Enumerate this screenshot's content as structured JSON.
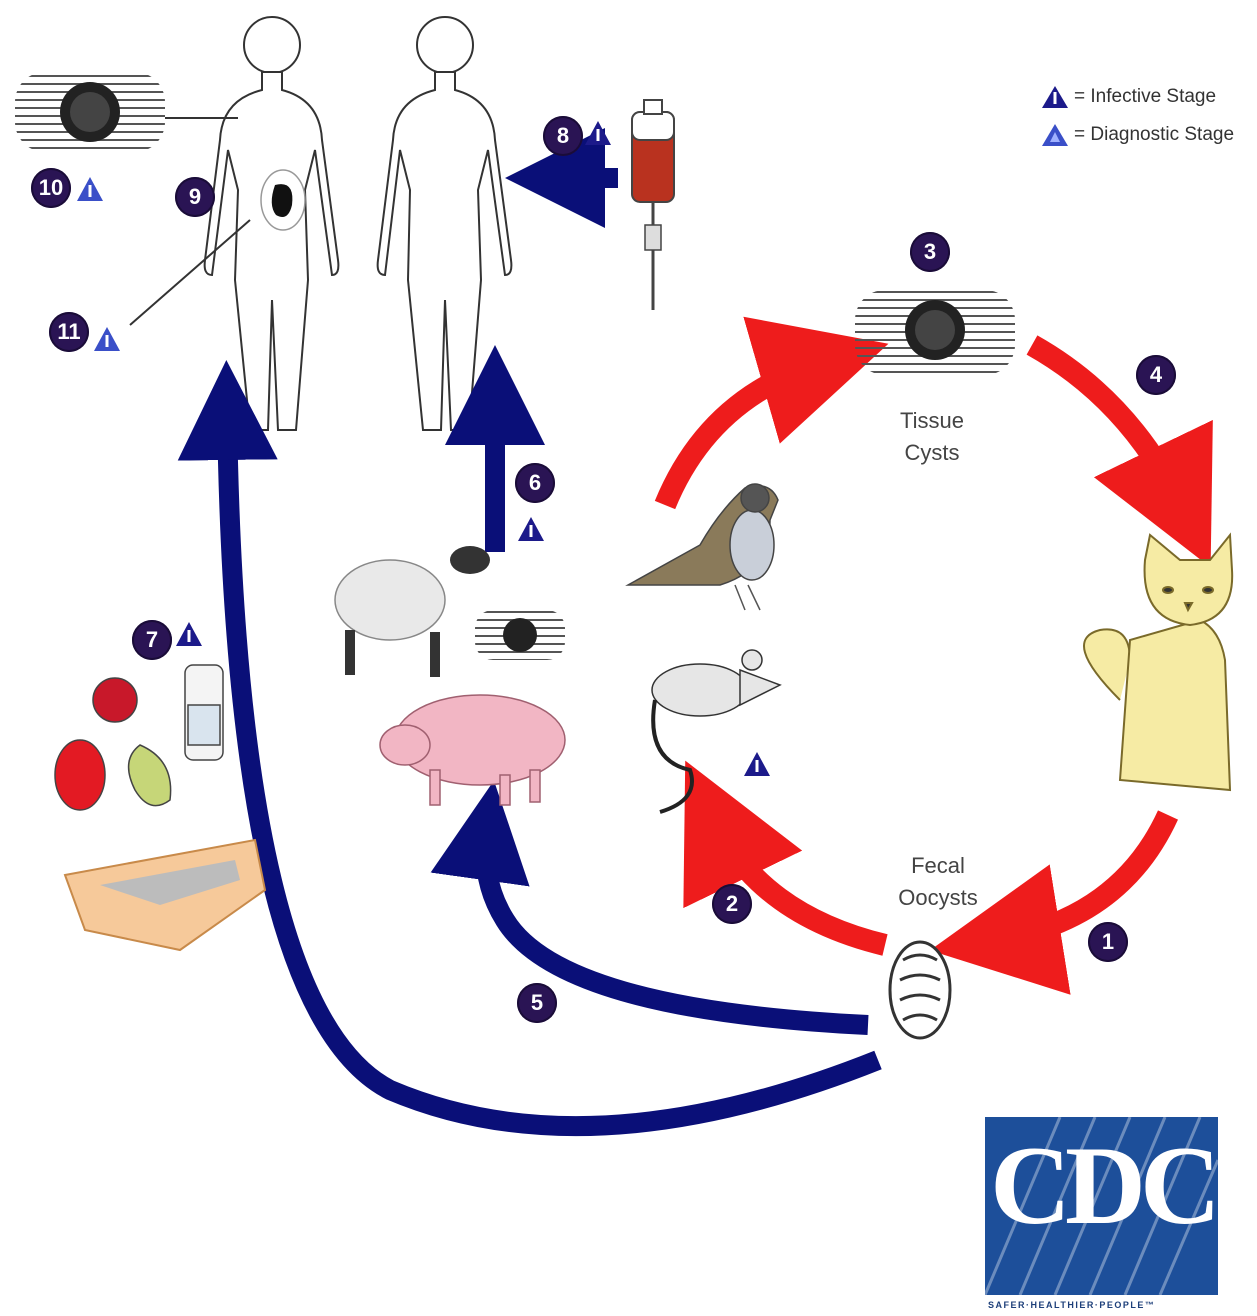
{
  "legend": {
    "infective_label": "= Infective Stage",
    "diagnostic_label": "= Diagnostic Stage"
  },
  "labels": {
    "tissue_cysts_line1": "Tissue",
    "tissue_cysts_line2": "Cysts",
    "fecal_oocysts_line1": "Fecal",
    "fecal_oocysts_line2": "Oocysts"
  },
  "steps": [
    "1",
    "2",
    "3",
    "4",
    "5",
    "6",
    "7",
    "8",
    "9",
    "10",
    "11"
  ],
  "logo": {
    "text": "CDC",
    "tagline": "SAFER·HEALTHIER·PEOPLE™"
  },
  "colors": {
    "red_arrow": "#ee1c1c",
    "blue_arrow": "#0a0f78",
    "badge": "#2a1454",
    "infective_triangle": "#1c1a8a",
    "diagnostic_triangle": "#3a4fc8",
    "cdc_blue": "#1d4f9a"
  }
}
